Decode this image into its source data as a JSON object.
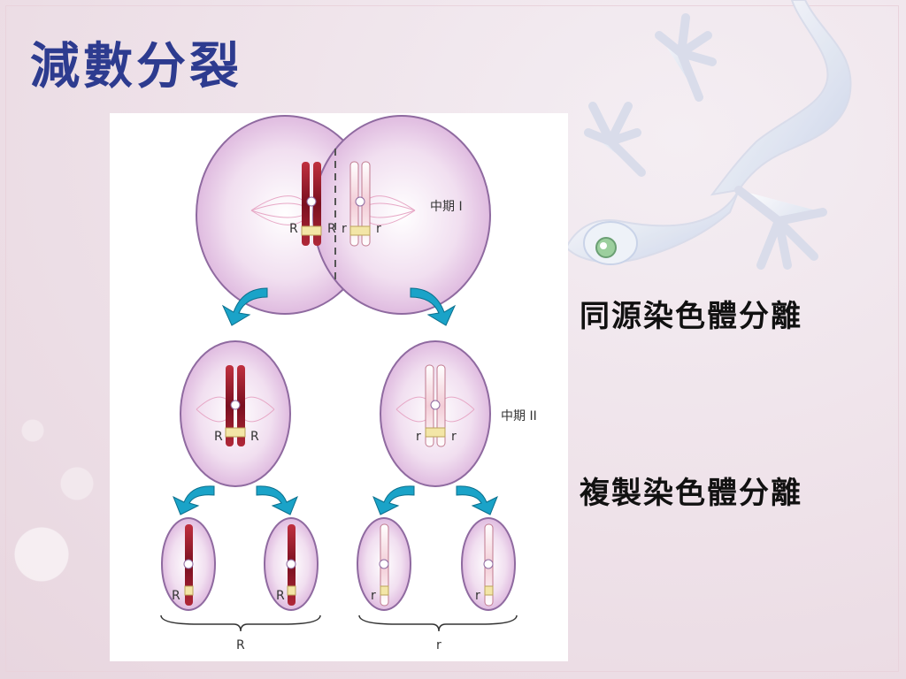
{
  "slide": {
    "title": "減數分裂",
    "labels": {
      "homologous_separation": "同源染色體分離",
      "replicated_separation": "複製染色體分離"
    }
  },
  "diagram": {
    "stage_labels": {
      "metaphase_1": "中期 I",
      "metaphase_2": "中期 II"
    },
    "allele_dominant": "R",
    "allele_recessive": "r",
    "group_dominant": "R",
    "group_recessive": "r"
  },
  "colors": {
    "title": "#2d3b8f",
    "cell_membrane": "#a77fb5",
    "cell_fill": "#e4c6e6",
    "chromosome_dark": "#9e1c2c",
    "chromosome_light": "#f6e0e6",
    "arrow": "#1aa3c8",
    "band": "#f3e6a7"
  }
}
